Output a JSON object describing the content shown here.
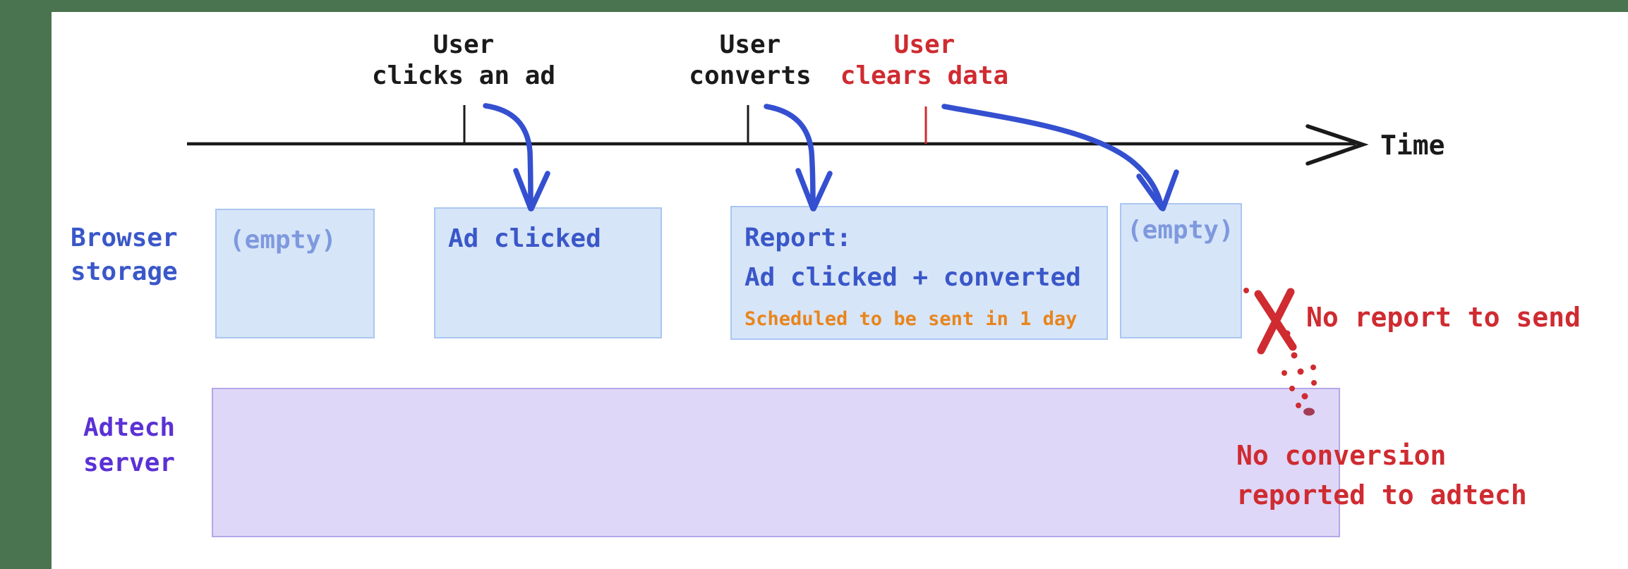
{
  "colors": {
    "frame_green": "#4a7350",
    "ink_black": "#1a1a1a",
    "alert_red": "#cf2b31",
    "arrow_blue": "#3450d0",
    "text_blue": "#3a57c9",
    "empty_blue": "#7e99de",
    "box_blue_fill": "#d7e5f8",
    "box_blue_border": "#aac6f2",
    "accent_orange": "#e8851c",
    "text_purple": "#5a31d5",
    "server_fill": "#ded7f7",
    "server_border": "#b5a7ea",
    "trail_maroon": "#a43b55"
  },
  "timeline": {
    "axis_label": "Time"
  },
  "events": [
    {
      "line1": "User",
      "line2": "clicks an ad"
    },
    {
      "line1": "User",
      "line2": "converts"
    },
    {
      "line1": "User",
      "line2": "clears data"
    }
  ],
  "rows": {
    "browser_storage": {
      "label_line1": "Browser",
      "label_line2": "storage"
    },
    "adtech_server": {
      "label_line1": "Adtech",
      "label_line2": "server"
    }
  },
  "boxes": [
    {
      "text": "(empty)"
    },
    {
      "text": "Ad clicked"
    },
    {
      "line1": "Report:",
      "line2": "Ad clicked + converted",
      "note": "Scheduled to be sent in 1 day"
    },
    {
      "text": "(empty)"
    }
  ],
  "annotations": {
    "no_report": "No report to send",
    "no_conversion_line1": "No conversion",
    "no_conversion_line2": "reported to adtech"
  }
}
